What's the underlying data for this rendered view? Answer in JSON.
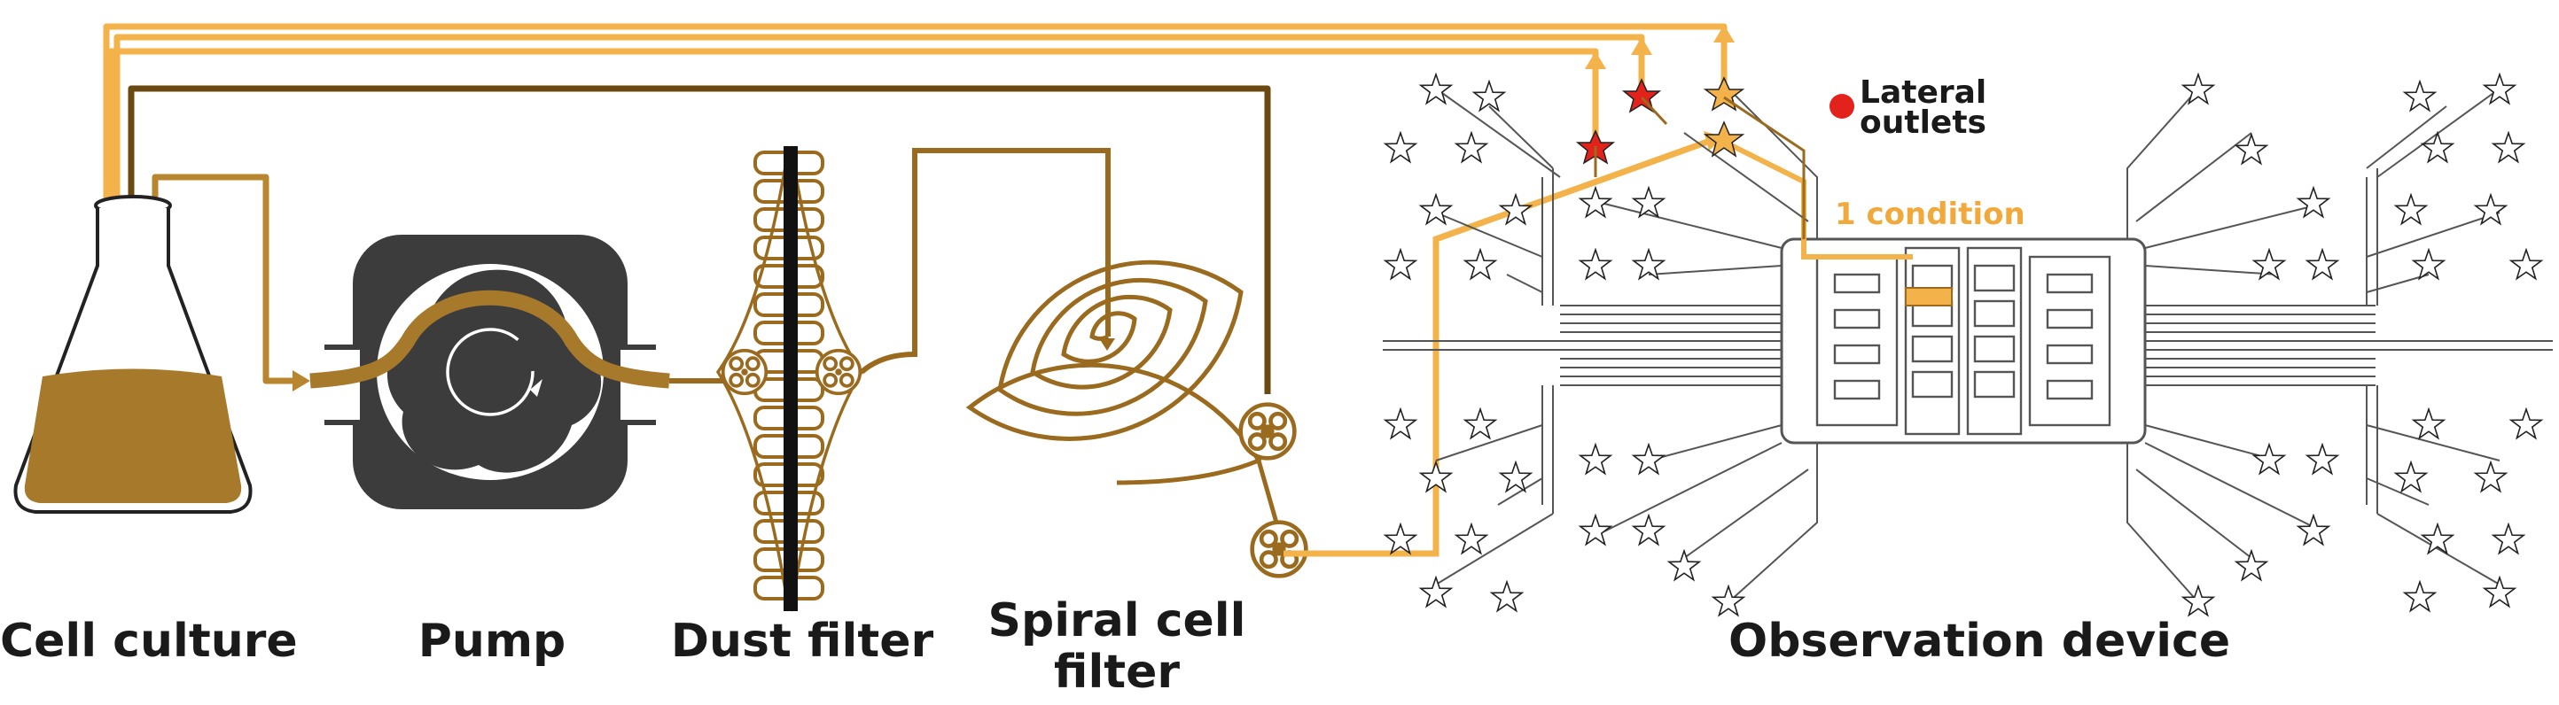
{
  "labels": {
    "cell_culture": "Cell culture",
    "pump": "Pump",
    "dust_filter": "Dust filter",
    "spiral_line1": "Spiral cell",
    "spiral_line2": "filter",
    "observation": "Observation device",
    "condition": "1 condition",
    "lateral_line1": "Lateral",
    "lateral_line2": "outlets"
  },
  "colors": {
    "brown": "#9a6a1e",
    "dark_brown": "#6b4a12",
    "medium_tan": "#b8862e",
    "orange": "#f3b24a",
    "gray": "#555555",
    "dark_gray": "#3c3c3c",
    "red": "#e3231b",
    "text": "#1a1a1a"
  }
}
